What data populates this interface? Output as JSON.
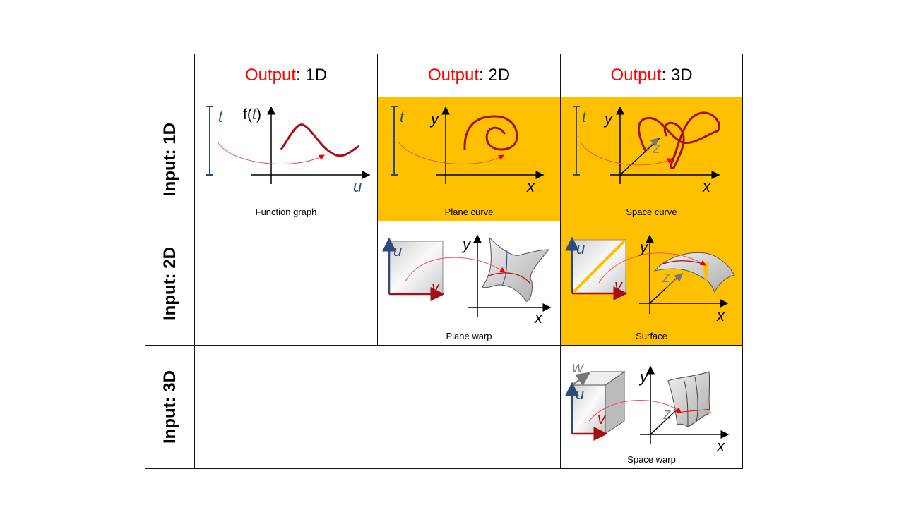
{
  "headers": {
    "output_word": "Output",
    "columns": [
      ": 1D",
      ": 2D",
      ": 3D"
    ]
  },
  "rows": [
    "Input: 1D",
    "Input: 2D",
    "Input: 3D"
  ],
  "captions": {
    "function_graph": "Function graph",
    "plane_curve": "Plane curve",
    "space_curve": "Space curve",
    "plane_warp": "Plane warp",
    "surface": "Surface",
    "space_warp": "Space warp"
  },
  "labels": {
    "t": "t",
    "f": "f(",
    "f_close": ")",
    "u": "u",
    "v": "v",
    "w": "w",
    "x": "x",
    "y": "y",
    "z": "z"
  },
  "colors": {
    "highlight": "#ffc000",
    "output_red": "#ff0000",
    "curve": "#a50f15",
    "axis_blue": "#2e4a7a"
  }
}
